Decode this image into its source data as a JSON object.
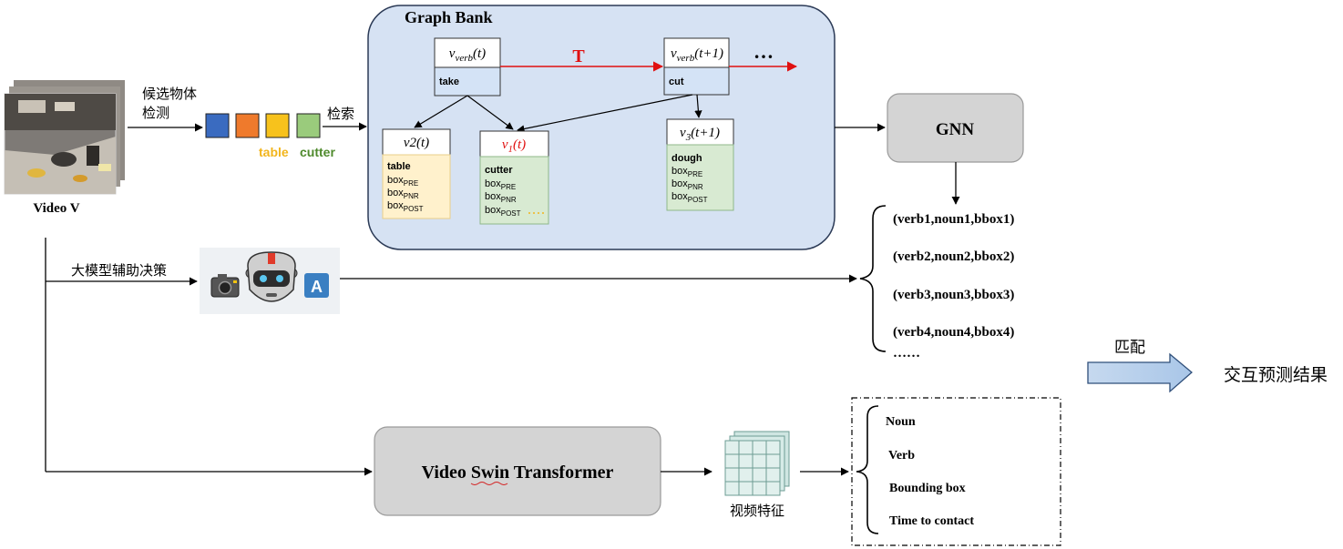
{
  "video": {
    "label": "Video V"
  },
  "detect": {
    "line1": "候选物体",
    "line2": "检测"
  },
  "swatches": {
    "colors": [
      "#3a6bc0",
      "#ef7a2c",
      "#f7c21c",
      "#9acb7c"
    ],
    "table_label": "table",
    "cutter_label": "cutter",
    "table_color": "#f2b51c",
    "cutter_color": "#4f8a2d"
  },
  "retrieve": {
    "label": "检索"
  },
  "graph_bank": {
    "title": "Graph Bank",
    "t_label": "T",
    "ellipsis": "…",
    "verb_t": {
      "name": "v",
      "sub": "verb",
      "arg": "(t)",
      "action": "take"
    },
    "verb_t1": {
      "name": "v",
      "sub": "verb",
      "arg": "(t+1)",
      "action": "cut"
    },
    "node_v2": {
      "title": "v2(t)",
      "object": "table",
      "boxes": [
        "PRE",
        "PNR",
        "POST"
      ],
      "box_word": "box"
    },
    "node_v1": {
      "name": "v",
      "sub": "1",
      "arg": "(t)",
      "object": "cutter",
      "boxes": [
        "PRE",
        "PNR",
        "POST"
      ],
      "box_word": "box"
    },
    "node_v3": {
      "name": "v",
      "sub": "3",
      "arg": "(t+1)",
      "object": "dough",
      "boxes": [
        "PRE",
        "PNR",
        "POST"
      ],
      "box_word": "box"
    }
  },
  "gnn": {
    "label": "GNN"
  },
  "llm": {
    "label": "大模型辅助决策",
    "icon_a": "A"
  },
  "results": {
    "items": [
      "(verb1,noun1,bbox1)",
      "(verb2,noun2,bbox2)",
      "(verb3,noun3,bbox3)",
      "(verb4,noun4,bbox4)"
    ],
    "ellipsis": "……"
  },
  "match": {
    "label": "匹配",
    "output": "交互预测结果"
  },
  "swin": {
    "label": "Video Swin Transformer"
  },
  "features": {
    "label": "视频特征"
  },
  "outputs": {
    "items": [
      "Noun",
      "Verb",
      "Bounding box",
      "Time to contact"
    ]
  },
  "colors": {
    "graph_bank_fill": "#d6e2f3",
    "verb_fill": "#d4e3f6",
    "node_yellow": "#fff1cc",
    "node_green": "#d8ead2",
    "gray_box": "#d4d4d4",
    "red": "#e01010"
  }
}
